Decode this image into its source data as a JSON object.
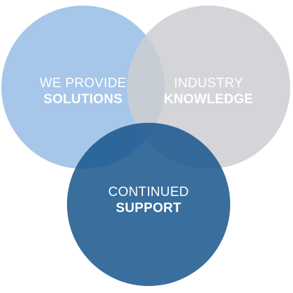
{
  "diagram": {
    "circles": [
      {
        "line1": "WE PROVIDE",
        "line2": "SOLUTIONS",
        "color": "#a6c6ea"
      },
      {
        "line1": "INDUSTRY",
        "line2": "KNOWLEDGE",
        "color": "#cccfd2"
      },
      {
        "line1": "CONTINUED",
        "line2": "SUPPORT",
        "color": "#18568d"
      }
    ]
  }
}
